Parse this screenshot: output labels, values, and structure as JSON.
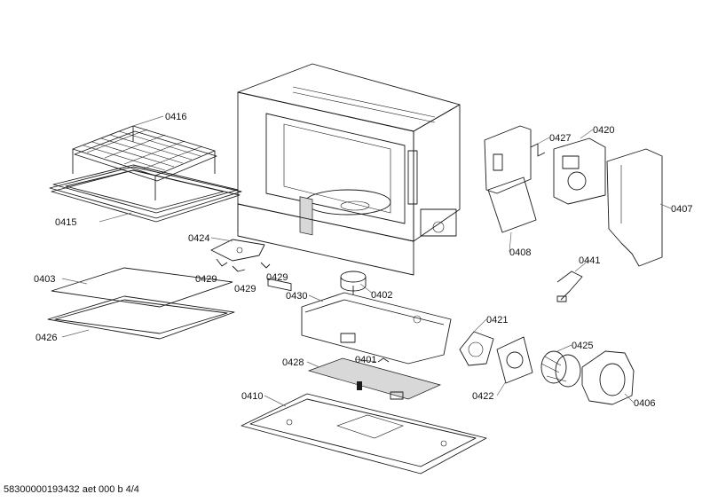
{
  "parts": [
    {
      "id": "p0416",
      "label": "0416"
    },
    {
      "id": "p0415",
      "label": "0415"
    },
    {
      "id": "p0424",
      "label": "0424"
    },
    {
      "id": "p0429a",
      "label": "0429"
    },
    {
      "id": "p0429b",
      "label": "0429"
    },
    {
      "id": "p0429c",
      "label": "0429"
    },
    {
      "id": "p0403",
      "label": "0403"
    },
    {
      "id": "p0426",
      "label": "0426"
    },
    {
      "id": "p0430",
      "label": "0430"
    },
    {
      "id": "p0402",
      "label": "0402"
    },
    {
      "id": "p0428",
      "label": "0428"
    },
    {
      "id": "p0401",
      "label": "0401"
    },
    {
      "id": "p0410",
      "label": "0410"
    },
    {
      "id": "p0427",
      "label": "0427"
    },
    {
      "id": "p0420",
      "label": "0420"
    },
    {
      "id": "p0407",
      "label": "0407"
    },
    {
      "id": "p0408",
      "label": "0408"
    },
    {
      "id": "p0441",
      "label": "0441"
    },
    {
      "id": "p0421",
      "label": "0421"
    },
    {
      "id": "p0425",
      "label": "0425"
    },
    {
      "id": "p0422",
      "label": "0422"
    },
    {
      "id": "p0406",
      "label": "0406"
    }
  ],
  "footer": "58300000193432 aet 000 b 4/4"
}
